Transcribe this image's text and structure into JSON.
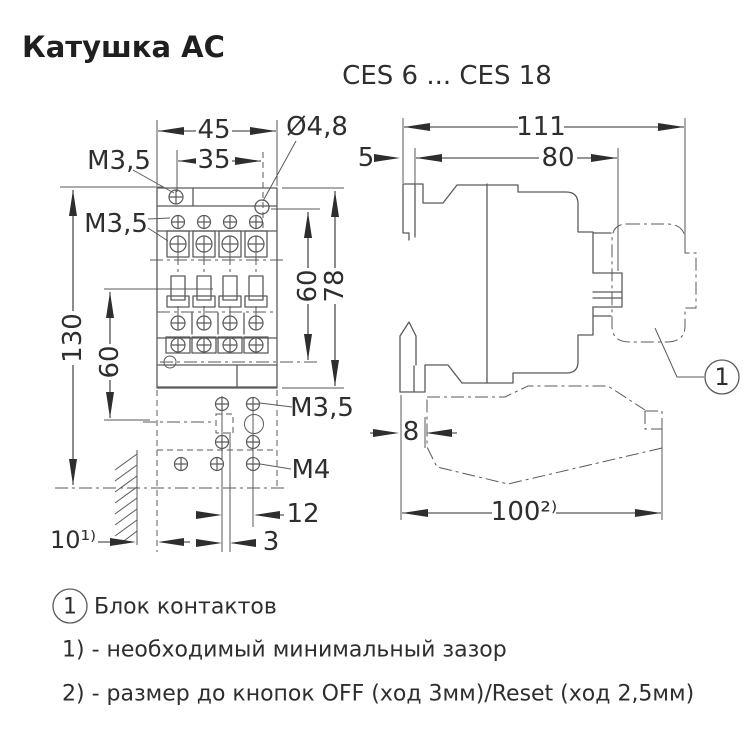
{
  "title": "Катушка АС",
  "model_range": "CES 6 ... CES 18",
  "front": {
    "d45": "45",
    "d35": "35",
    "dia48": "Ø4,8",
    "m35_top": "M3,5",
    "m35_terminals": "M3,5",
    "d130": "130",
    "d60_left": "60",
    "d60_right": "60",
    "d78": "78",
    "m35_coil": "M3,5",
    "m4": "M4",
    "d12": "12",
    "d3": "3",
    "d10": "10¹⁾"
  },
  "side": {
    "d111": "111",
    "d5": "5",
    "d80": "80",
    "d8": "8",
    "d100": "100²⁾",
    "callout": "1"
  },
  "legend": {
    "callout": "1",
    "callout_label": "Блок контактов",
    "note1": "1) - необходимый минимальный зазор",
    "note2": "2) - размер до кнопок OFF (ход 3мм)/Reset (ход 2,5мм)"
  },
  "colors": {
    "line": "#5a5a5a",
    "text": "#2e2e2e",
    "background": "#ffffff"
  }
}
